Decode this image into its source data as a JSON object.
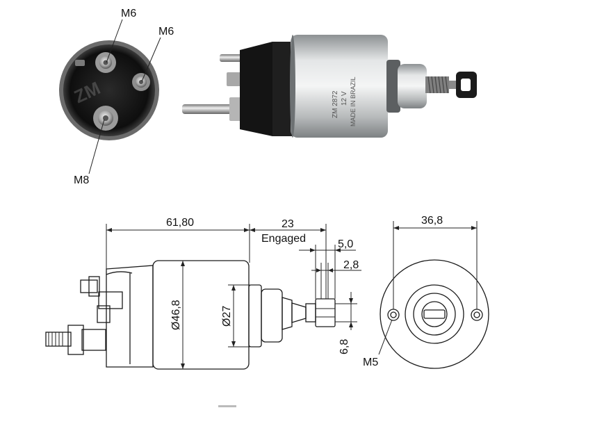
{
  "photo_labels": {
    "top_stud": "M6",
    "right_stud": "M6",
    "bottom_stud": "M8"
  },
  "body_marking": {
    "line1": "ZM 2872",
    "line2": "12 V",
    "line3": "MADE IN BRAZIL"
  },
  "dimensions": {
    "body_length": "61,80",
    "stroke": "23",
    "stroke_note": "Engaged",
    "eye_width": "5,0",
    "eye_hole": "2,8",
    "eye_height": "6,8",
    "flange_width": "36,8",
    "body_diameter": "Ø46,8",
    "nose_diameter": "Ø27",
    "mount_thread": "M5"
  },
  "colors": {
    "line": "#1a1a1a",
    "metal": "#c9cbcc",
    "black_cap": "#141414"
  }
}
